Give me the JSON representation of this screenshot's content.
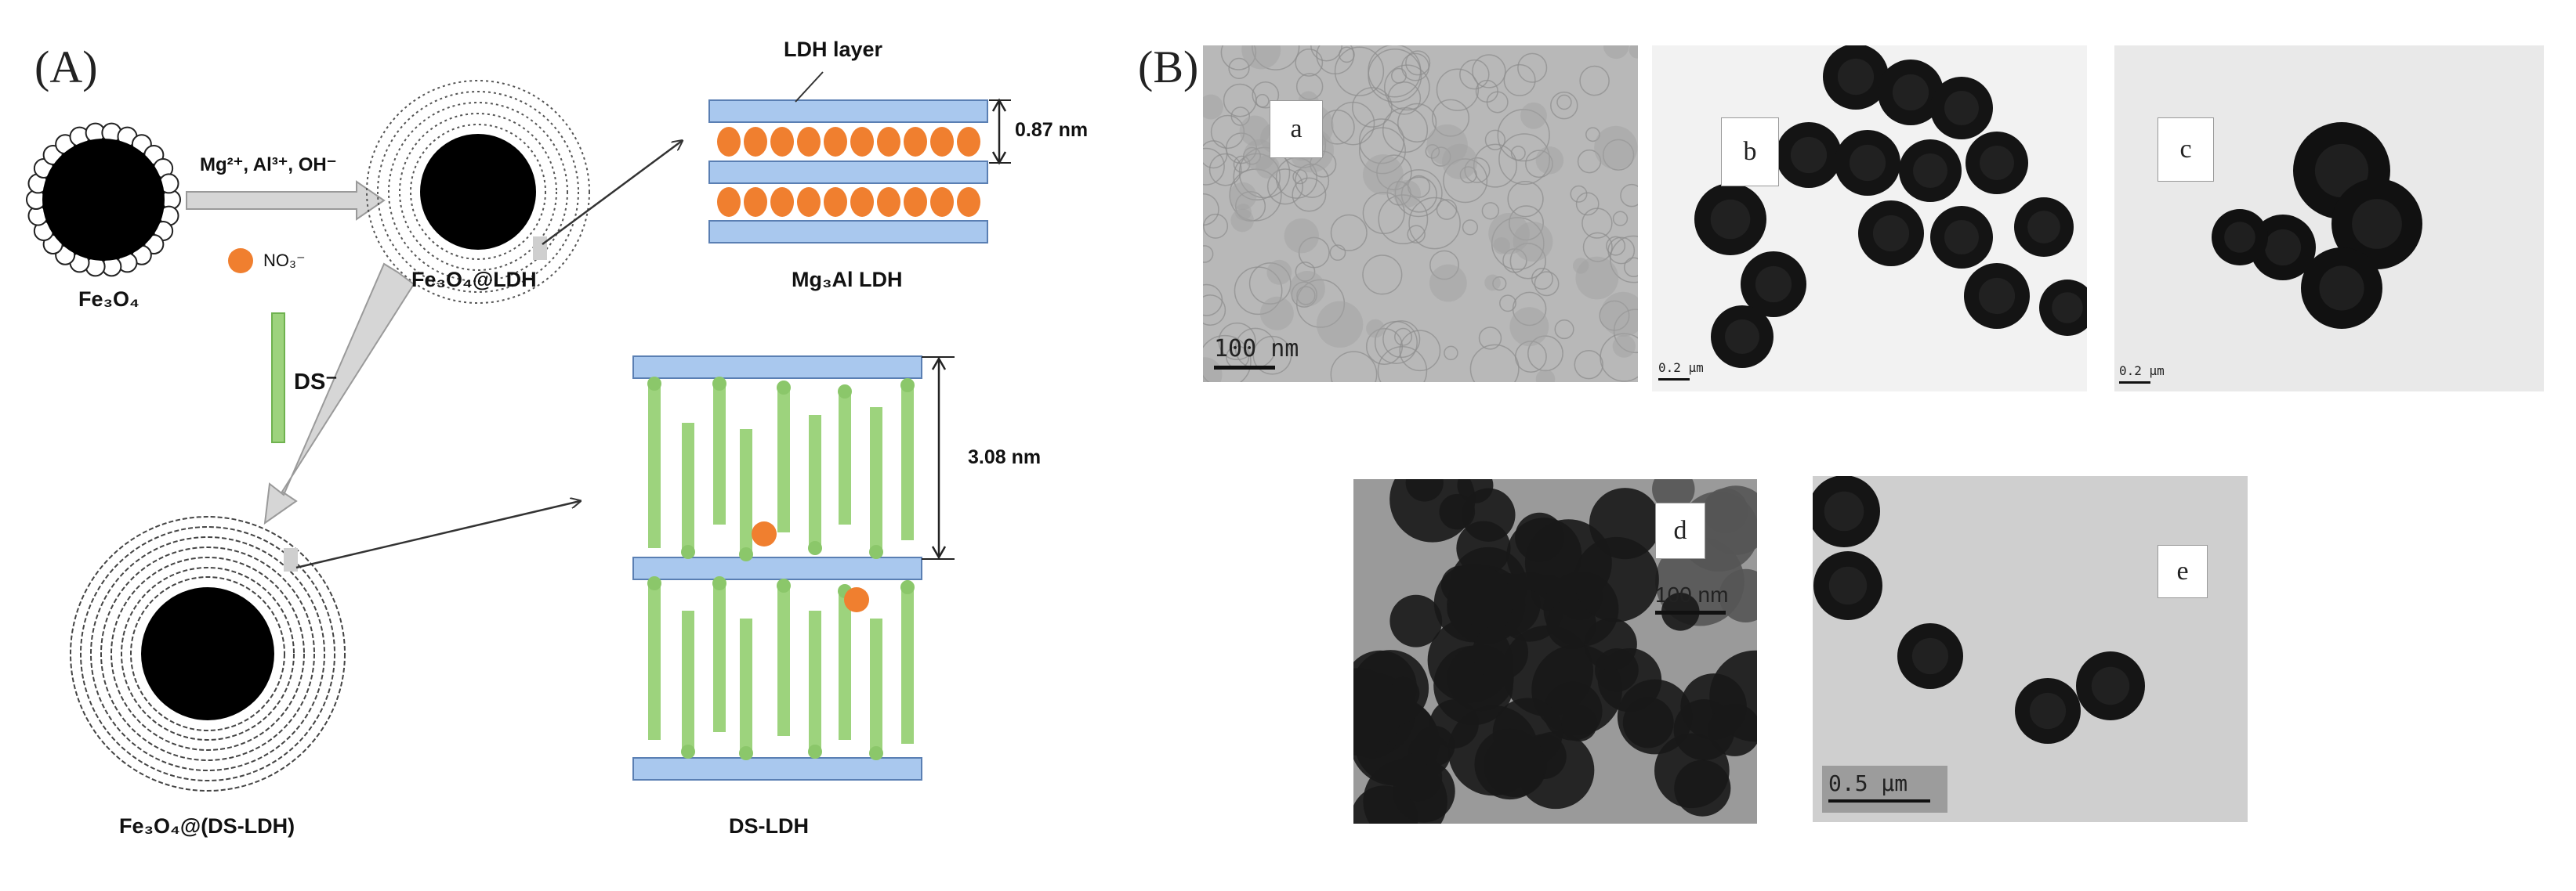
{
  "panel_a": {
    "label": "(A)",
    "fe3o4": "Fe₃O₄",
    "reagents": "Mg²⁺, Al³⁺, OH⁻",
    "nitrate": "NO₃⁻",
    "fe3o4_ldh": "Fe₃O₄@LDH",
    "ldh_layer": "LDH layer",
    "spacing_mgal": "0.87 nm",
    "mg3al_ldh": "Mg₃Al LDH",
    "ds": "DS⁻",
    "spacing_ds": "3.08 nm",
    "fe3o4_ds_ldh": "Fe₃O₄@(DS-LDH)",
    "ds_ldh": "DS-LDH",
    "colors": {
      "layer": "#a9c8ee",
      "nitrate": "#f07f2f",
      "ds": "#9dd37d",
      "core": "#000000"
    }
  },
  "panel_b": {
    "label": "(B)",
    "images": [
      {
        "tag": "a",
        "scale": "100 nm"
      },
      {
        "tag": "b",
        "scale": "0.2 μm"
      },
      {
        "tag": "c",
        "scale": "0.2 μm"
      },
      {
        "tag": "d",
        "scale": "100 nm"
      },
      {
        "tag": "e",
        "scale": "0.5 μm"
      }
    ]
  }
}
